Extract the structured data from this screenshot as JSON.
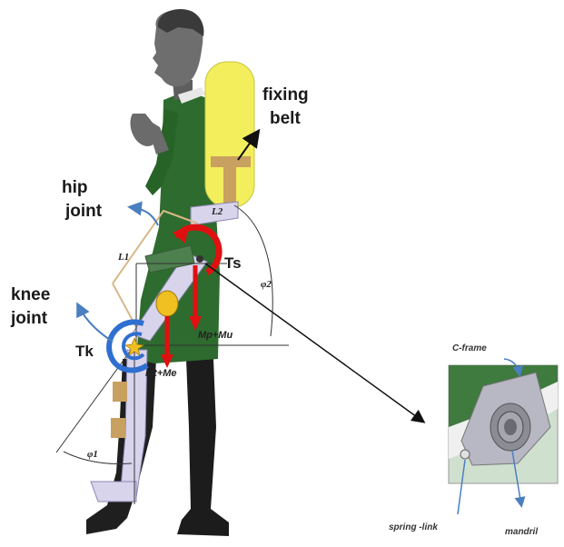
{
  "labels": {
    "fixing_belt_line1": "fixing",
    "fixing_belt_line2": "belt",
    "hip_joint_line1": "hip",
    "hip_joint_line2": "joint",
    "knee_joint_line1": "knee",
    "knee_joint_line2": "joint",
    "ts": "Ts",
    "tk": "Tk",
    "l1": "L1",
    "l2": "L2",
    "phi2": "φ2",
    "phi1": "φ1",
    "mp_mu": "Mp+Mu",
    "mt_me": "Mt+Me",
    "c_frame": "C-frame",
    "spring_link": "spring -link",
    "mandril": "mandril"
  },
  "colors": {
    "suit_green": "#2e6b2e",
    "skin_gray": "#6b6b6b",
    "tank_yellow": "#f2ee5c",
    "strap_tan": "#c8a060",
    "torque_red": "#e01010",
    "knee_blue": "#2f6fd0",
    "exo_lavender": "#d8d4ec",
    "accent_blue": "#4a7fc0"
  }
}
